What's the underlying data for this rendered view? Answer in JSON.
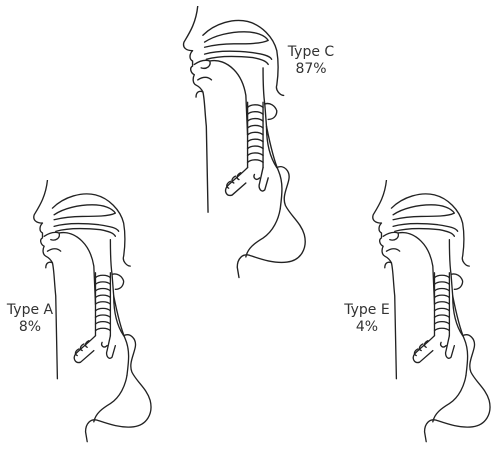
{
  "figures": [
    {
      "label": "Type C",
      "percent": "87%"
    },
    {
      "label": "Type A",
      "percent": "8%"
    },
    {
      "label": "Type E",
      "percent": "4%"
    }
  ],
  "colors": {
    "stroke": "#222222",
    "text": "#333333"
  }
}
